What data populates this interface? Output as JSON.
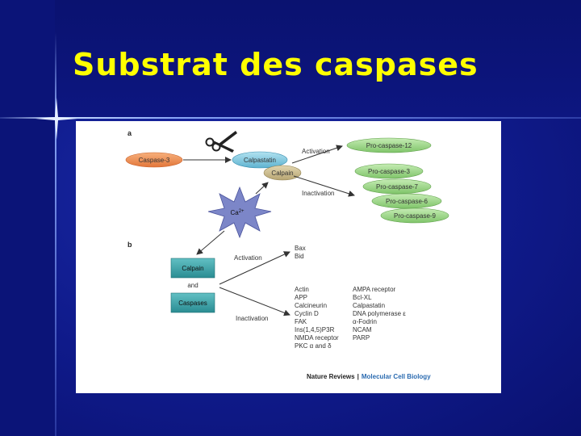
{
  "slide": {
    "title": "Substrat des caspases"
  },
  "figure": {
    "panel_a_label": "a",
    "panel_b_label": "b",
    "caspase3": "Caspase-3",
    "calpastatin": "Calpastatin",
    "calpain": "Calpain",
    "activation": "Activation",
    "inactivation": "Inactivation",
    "ca_label": "Ca",
    "ca_sup": "2+",
    "pro_caspases": [
      "Pro-caspase-12",
      "Pro-caspase-3",
      "Pro-caspase-7",
      "Pro-caspase-6",
      "Pro-caspase-9"
    ],
    "b_calpain": "Calpain",
    "b_and": "and",
    "b_caspases": "Caspases",
    "b_activation": "Activation",
    "b_inactivation": "Inactivation",
    "activated": [
      "Bax",
      "Bid"
    ],
    "inactivated_col1": [
      "Actin",
      "APP",
      "Calcineurin",
      "Cyclin D",
      "FAK",
      "Ins(1,4,5)P3R",
      "NMDA receptor",
      "PKC α and δ"
    ],
    "inactivated_col2": [
      "AMPA receptor",
      "Bcl-XL",
      "Calpastatin",
      "DNA polymerase ε",
      "α-Fodrin",
      "NCAM",
      "PARP"
    ],
    "credit_journal": "Nature Reviews",
    "credit_sep": "|",
    "credit_title": "Molecular Cell Biology"
  },
  "colors": {
    "title": "#ffff00",
    "caspase3": "#f08a4a",
    "calpastatin": "#7fc8e0",
    "calpain": "#c9b98a",
    "pro_caspase": "#9fd88a",
    "teal_box": "#3aa3a8",
    "star": "#7c86c8",
    "credit_blue": "#2a6ab0"
  }
}
